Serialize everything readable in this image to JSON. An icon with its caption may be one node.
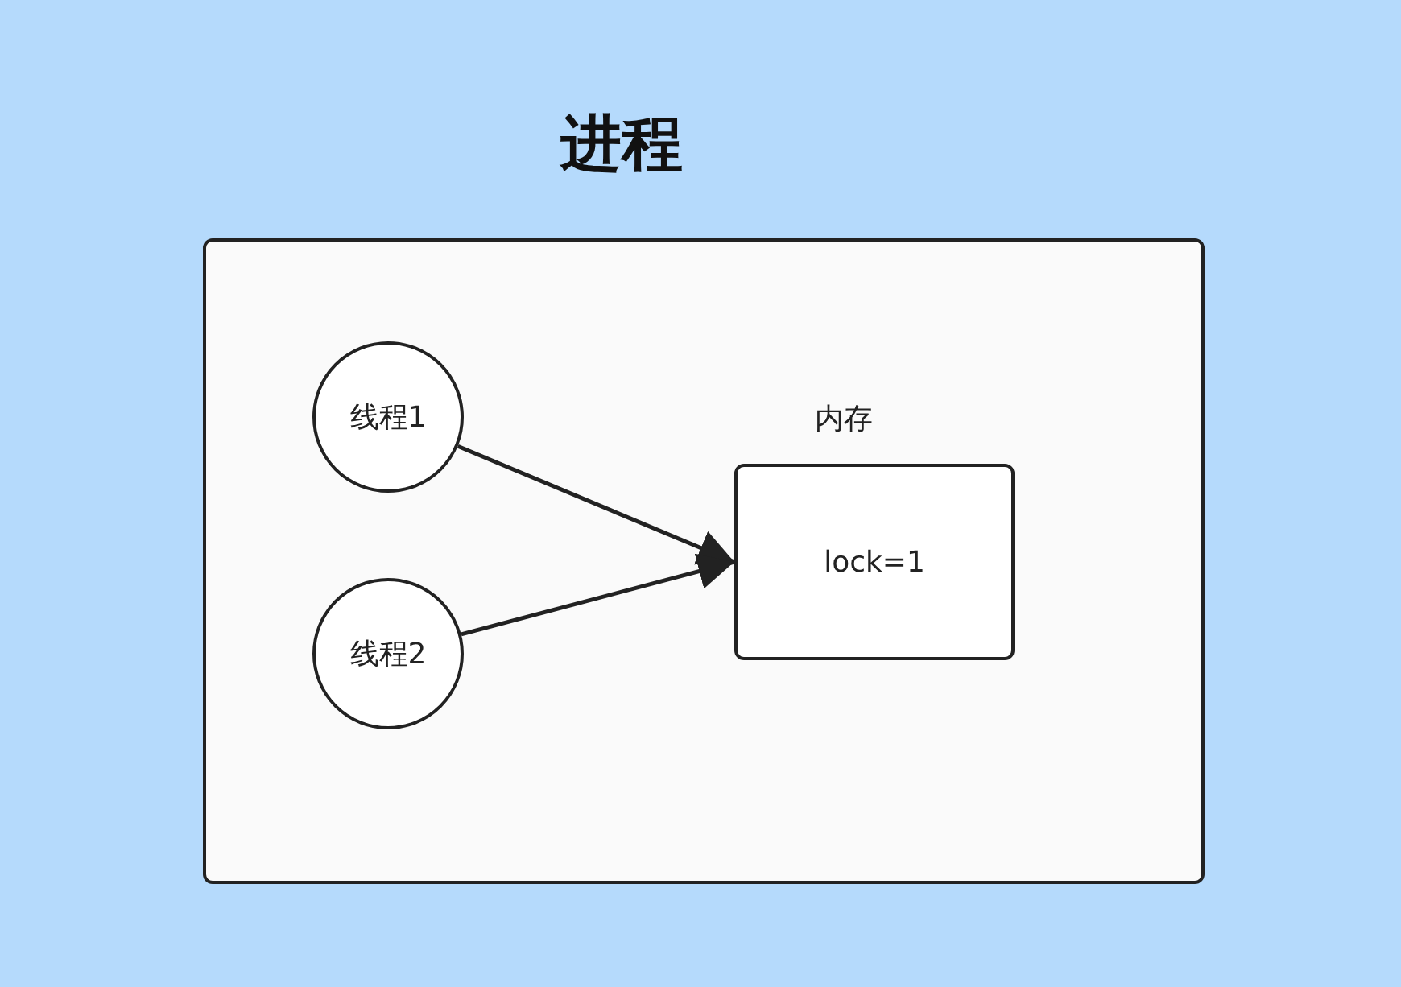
{
  "diagram": {
    "nodes": [
      {
        "text": [
          "进程"
        ]
      },
      {
        "text": [
          "线程1"
        ],
        "in": 0
      },
      {
        "text": [
          "线程2"
        ],
        "in": 0
      },
      {
        "text": [
          "内存",
          "lock=1"
        ],
        "in": 0
      }
    ],
    "edges": [
      {
        "from": 1,
        "to": 3,
        "arrow": "to"
      },
      {
        "from": 2,
        "to": 3,
        "arrow": "to"
      }
    ]
  }
}
